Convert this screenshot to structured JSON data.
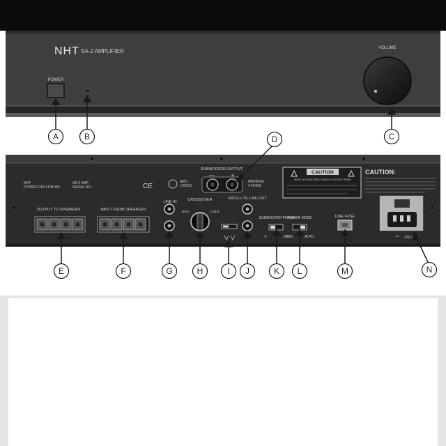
{
  "front_panel": {
    "brand": "NHT",
    "model": "SA-2 AMPLIFIER",
    "power_label": "POWER",
    "volume_label": "VOLUME"
  },
  "rear_panel": {
    "ce_mark": "CE",
    "subwoofer_output_label": "SUBWOOFER OUTPUT",
    "subwoofer_minus": "—",
    "subwoofer_plus": "+",
    "output_label": "OUTPUT TO SPEAKERS",
    "input_label": "INPUT FROM SPEAKERS",
    "line_in_label": "LINE IN",
    "crossover_label": "CROSSOVER",
    "crossover_low": "40Hz",
    "crossover_high": "140Hz",
    "line_out_label": "SATELLITE LINE OUT",
    "phase_label": "SUBWOOFER PHASE",
    "phase_options": [
      "0",
      "180"
    ],
    "power_mode_label": "POWER MODE",
    "power_mode_options": [
      "ON",
      "AUTO"
    ],
    "fuse_label": "LINE FUSE",
    "caution_box_title": "CAUTION",
    "caution_box_text": "RISK OF ELECTRIC SHOCK DO NOT OPEN",
    "caution_heading": "CAUTION:",
    "ac_label": "~"
  },
  "callouts": [
    "A",
    "B",
    "C",
    "D",
    "E",
    "F",
    "G",
    "H",
    "I",
    "J",
    "K",
    "L",
    "M",
    "N"
  ]
}
